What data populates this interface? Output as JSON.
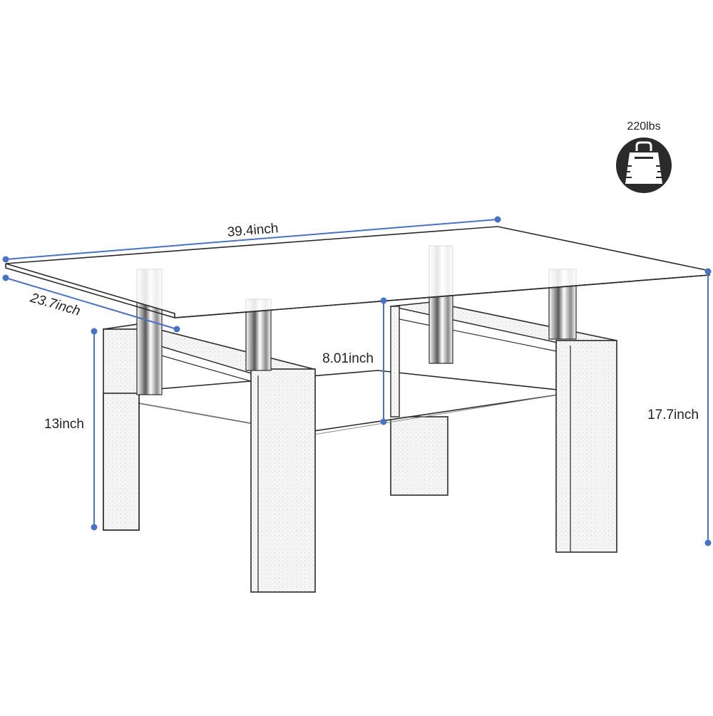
{
  "dimensions": {
    "length": "39.4inch",
    "depth": "23.7inch",
    "total_height": "17.7inch",
    "leg_height": "13inch",
    "shelf_gap": "8.01inch"
  },
  "capacity": {
    "weight": "220lbs",
    "icon": "weight-bag-icon"
  },
  "colors": {
    "dimension_line": "#4a72c4",
    "icon_badge": "#2b2b2b",
    "outline": "#2a2a2a"
  }
}
